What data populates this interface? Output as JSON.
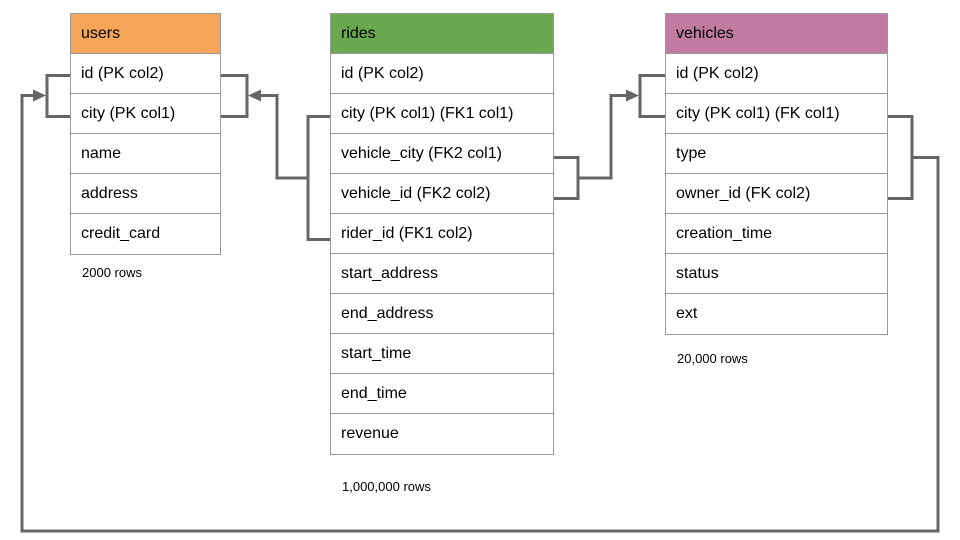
{
  "diagram": {
    "colors": {
      "connector": "#666666",
      "table_border": "#999999",
      "text": "#000000",
      "background": "#ffffff"
    },
    "tables": [
      {
        "id": "users",
        "title": "users",
        "header_color": "#F7A558",
        "rows_label": "2000 rows",
        "columns": [
          "id (PK col2)",
          "city (PK col1)",
          "name",
          "address",
          "credit_card"
        ]
      },
      {
        "id": "rides",
        "title": "rides",
        "header_color": "#6AA84F",
        "rows_label": "1,000,000 rows",
        "columns": [
          "id (PK col2)",
          "city (PK col1) (FK1 col1)",
          "vehicle_city (FK2 col1)",
          "vehicle_id (FK2 col2)",
          "rider_id (FK1 col2)",
          "start_address",
          "end_address",
          "start_time",
          "end_time",
          "revenue"
        ]
      },
      {
        "id": "vehicles",
        "title": "vehicles",
        "header_color": "#C27BA0",
        "rows_label": "20,000 rows",
        "columns": [
          "id (PK col2)",
          "city (PK col1) (FK col1)",
          "type",
          "owner_id (FK col2)",
          "creation_time",
          "status",
          "ext"
        ]
      }
    ],
    "relationships": [
      {
        "from": "rides (city, rider_id)",
        "to": "users (id, city)",
        "key": "FK1"
      },
      {
        "from": "rides (vehicle_city, vehicle_id)",
        "to": "vehicles (id, city)",
        "key": "FK2"
      },
      {
        "from": "vehicles (city, owner_id)",
        "to": "users (id, city)",
        "key": "FK"
      }
    ]
  }
}
